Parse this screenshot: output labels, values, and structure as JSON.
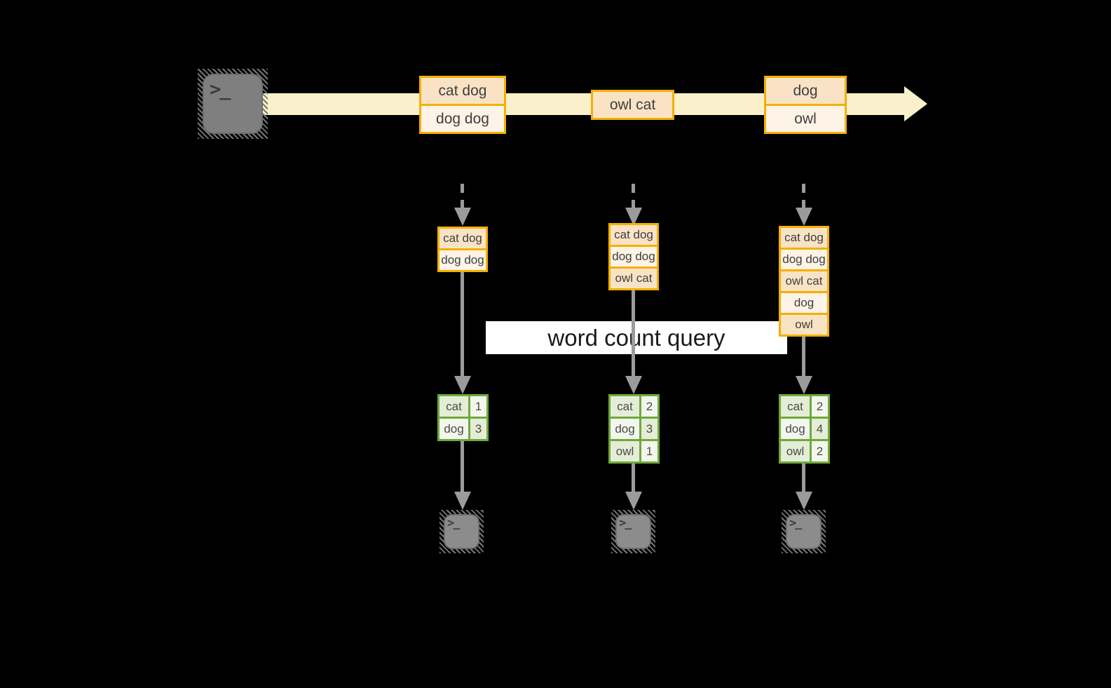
{
  "colors": {
    "background": "#000000",
    "stream_band": "#FAF0CB",
    "record_border": "#F3B000",
    "record_fill_dark": "#FAE3C5",
    "record_fill_light": "#FDF3E6",
    "table_border": "#6FA83C",
    "table_fill_dark": "#E4EDD6",
    "table_fill_light": "#F2F6EC",
    "arrow_gray": "#9B9B9B",
    "terminal_gray": "#7F7F7F",
    "banner_background": "#FFFFFF"
  },
  "source_terminal": {
    "prompt": ">_"
  },
  "stream": {
    "records": [
      {
        "cells": [
          "cat dog",
          "dog dog"
        ]
      },
      {
        "cells": [
          "owl cat"
        ]
      },
      {
        "cells": [
          "dog",
          "owl"
        ]
      }
    ]
  },
  "buffers": [
    {
      "cells": [
        "cat dog",
        "dog dog"
      ]
    },
    {
      "cells": [
        "cat dog",
        "dog dog",
        "owl cat"
      ]
    },
    {
      "cells": [
        "cat dog",
        "dog dog",
        "owl cat",
        "dog",
        "owl"
      ]
    }
  ],
  "query_banner": {
    "label": "word count query"
  },
  "result_tables": [
    {
      "rows": [
        {
          "word": "cat",
          "count": "1"
        },
        {
          "word": "dog",
          "count": "3"
        }
      ]
    },
    {
      "rows": [
        {
          "word": "cat",
          "count": "2"
        },
        {
          "word": "dog",
          "count": "3"
        },
        {
          "word": "owl",
          "count": "1"
        }
      ]
    },
    {
      "rows": [
        {
          "word": "cat",
          "count": "2"
        },
        {
          "word": "dog",
          "count": "4"
        },
        {
          "word": "owl",
          "count": "2"
        }
      ]
    }
  ],
  "output_terminals": [
    {
      "prompt": ">_"
    },
    {
      "prompt": ">_"
    },
    {
      "prompt": ">_"
    }
  ]
}
